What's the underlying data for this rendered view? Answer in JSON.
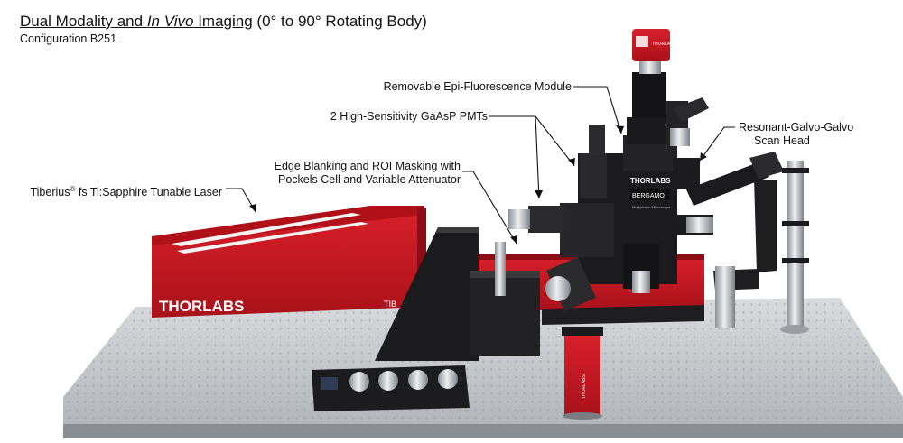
{
  "header": {
    "title_part1": "Dual Modality and ",
    "title_italic": "In Vivo",
    "title_part2": " Imaging",
    "title_part3": " (0° to 90° Rotating Body)",
    "subtitle": "Configuration B251"
  },
  "callouts": {
    "epi_module": "Removable Epi-Fluorescence Module",
    "pmts": "2 High-Sensitivity GaAsP PMTs",
    "scan_head_line1": "Resonant-Galvo-Galvo",
    "scan_head_line2": "Scan Head",
    "edge_line1": "Edge Blanking and ROI Masking with",
    "edge_line2": "Pockels Cell and Variable Attenuator",
    "laser_name": "Tiberius",
    "laser_reg": "®",
    "laser_rest": " fs Ti:Sapphire Tunable Laser"
  },
  "product_text": {
    "laser_brand": "THORLABS",
    "laser_model_fragment": "TIB",
    "scope_brand": "THORLABS",
    "module_brand": "BERGAMO",
    "module_subtext": "Multiphoton Microscope",
    "camera_brand": "THORLABS",
    "column_brand": "THORLABS"
  },
  "colors": {
    "thorlabs_red": "#c8151b",
    "table_gray": "#b9bcc1",
    "black_metal": "#1b1b1d",
    "silver": "#c9cdd1"
  }
}
